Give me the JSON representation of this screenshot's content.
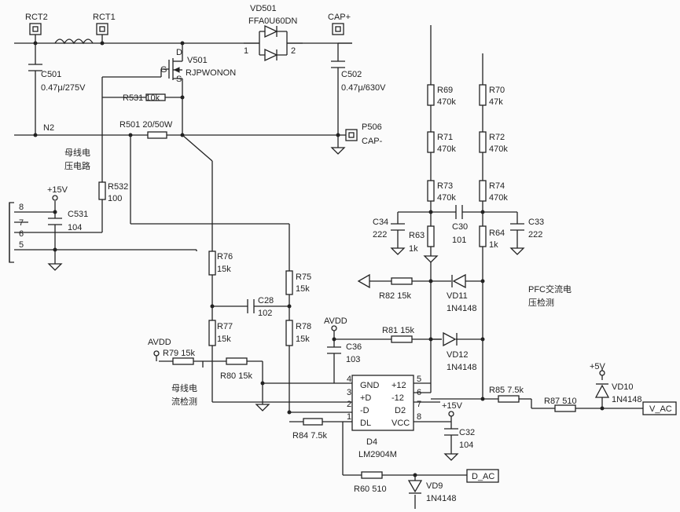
{
  "labels": {
    "rct2": "RCT2",
    "rct1": "RCT1",
    "vd501": "VD501",
    "vd501_part": "FFA0U60DN",
    "vd501_pin1": "1",
    "vd501_pin2": "2",
    "cap_plus": "CAP+",
    "c501": "C501",
    "c501_val": "0.47μ/275V",
    "v501": "V501",
    "v501_part": "RJPWONON",
    "v501_d": "D",
    "v501_g": "G",
    "v501_s": "S",
    "c502": "C502",
    "c502_val": "0.47μ/630V",
    "r531": "R531 10k",
    "r501": "R501 20/50W",
    "n2": "N2",
    "p506": "P506",
    "cap_minus": "CAP-",
    "bus_voltage_1": "母线电",
    "bus_voltage_2": "压电路",
    "plus15v_top": "+15V",
    "r532": "R532",
    "r532_val": "100",
    "c531": "C531",
    "c531_val": "104",
    "conn_8": "8",
    "conn_7": "7",
    "conn_6": "6",
    "conn_5": "5",
    "r76": "R76",
    "r76_val": "15k",
    "r75": "R75",
    "r75_val": "15k",
    "c28": "C28",
    "c28_val": "102",
    "r77": "R77",
    "r77_val": "15k",
    "r78": "R78",
    "r78_val": "15k",
    "avdd_left": "AVDD",
    "r79": "R79 15k",
    "r80": "R80 15k",
    "bus_current_1": "母线电",
    "bus_current_2": "流检测",
    "r84": "R84 7.5k",
    "r69": "R69",
    "r69_val": "470k",
    "r70": "R70",
    "r70_val": "47k",
    "r71": "R71",
    "r71_val": "470k",
    "r72": "R72",
    "r72_val": "470k",
    "r73": "R73",
    "r73_val": "470k",
    "r74": "R74",
    "r74_val": "470k",
    "c34": "C34",
    "c34_val": "222",
    "r63": "R63",
    "r63_val": "1k",
    "c30": "C30",
    "c30_val": "101",
    "r64": "R64",
    "r64_val": "1k",
    "c33": "C33",
    "c33_val": "222",
    "r82": "R82 15k",
    "vd11": "VD11",
    "vd11_part": "1N4148",
    "pfc_1": "PFC交流电",
    "pfc_2": "压检测",
    "avdd_mid": "AVDD",
    "r81": "R81 15k",
    "c36": "C36",
    "c36_val": "103",
    "vd12": "VD12",
    "vd12_part": "1N4148",
    "ic_gnd": "GND",
    "ic_pd": "+D",
    "ic_md": "-D",
    "ic_dl": "DL",
    "ic_p12": "+12",
    "ic_m12": "-12",
    "ic_d2": "D2",
    "ic_vcc": "VCC",
    "pin4": "4",
    "pin3": "3",
    "pin2": "2",
    "pin1": "1",
    "pin5": "5",
    "pin6": "6",
    "pin7": "7",
    "pin8": "8",
    "d4": "D4",
    "d4_part": "LM2904M",
    "plus15v_ic": "+15V",
    "c32": "C32",
    "c32_val": "104",
    "r85": "R85 7.5k",
    "r87": "R87 510",
    "plus5v": "+5V",
    "vd10": "VD10",
    "vd10_part": "1N4148",
    "v_ac": "V_AC",
    "d_ac": "D_AC",
    "r60": "R60 510",
    "vd9": "VD9",
    "vd9_part": "1N4148"
  }
}
